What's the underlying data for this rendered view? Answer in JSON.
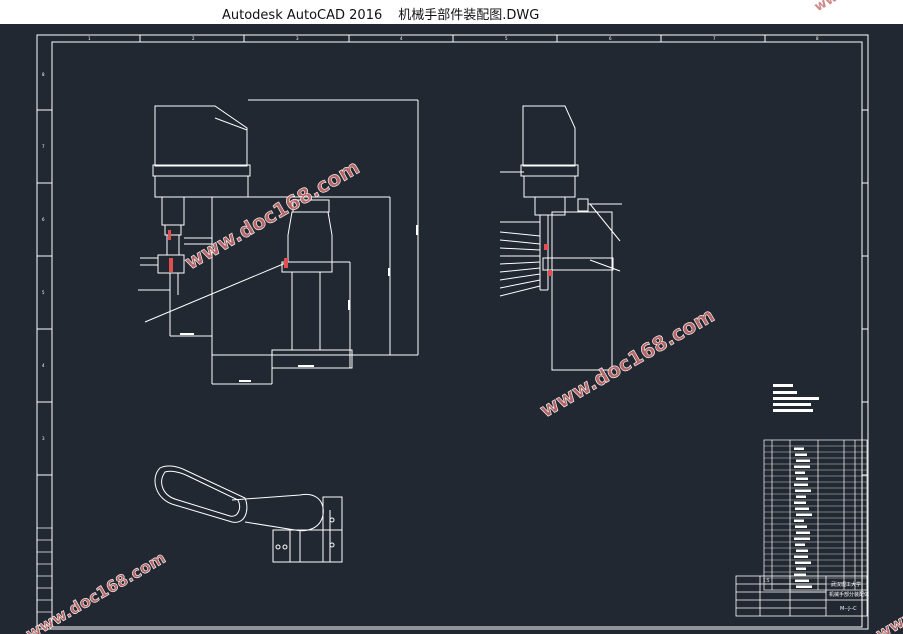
{
  "app": {
    "name": "Autodesk AutoCAD 2016",
    "file_name": "机械手部件装配图.DWG"
  },
  "watermark": {
    "text": "www.doc168.com",
    "color": "#d07070"
  },
  "drawing": {
    "background": "#222831",
    "line_color": "#ffffff",
    "border_ticks_top": [
      "1",
      "2",
      "3",
      "4",
      "5",
      "6",
      "7",
      "8"
    ],
    "border_ticks_left": [
      "8",
      "7",
      "6",
      "5",
      "4",
      "3",
      "2",
      "1"
    ],
    "title_block": {
      "institution": "武汉理工大学",
      "drawing_title": "机械手部分装配体",
      "scale": "1:5",
      "material": "M--J--C"
    }
  }
}
